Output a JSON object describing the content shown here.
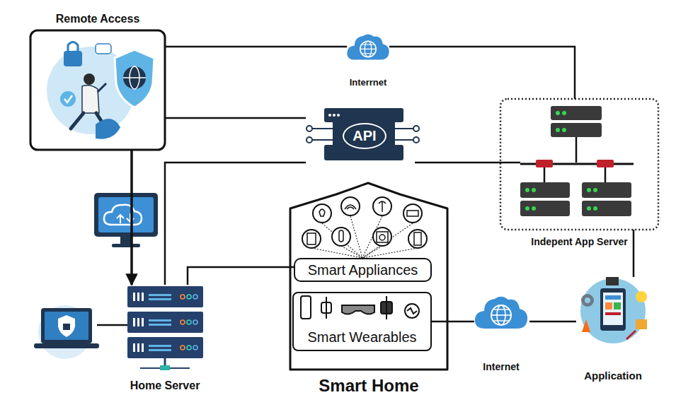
{
  "diagram": {
    "nodes": [
      {
        "text": [
          "Remote Access"
        ]
      },
      {
        "text": [
          "Interrnet"
        ]
      },
      {
        "text": [
          "API"
        ]
      },
      {
        "text": [
          "Indepent App Server"
        ]
      },
      {
        "text": [
          "Smart Home"
        ]
      },
      {
        "text": [
          "Smart Appliances"
        ],
        "in": 4
      },
      {
        "text": [
          "Smart Wearables"
        ],
        "in": 4
      },
      {
        "text": [
          "Home Server"
        ]
      },
      {
        "text": [
          "Internet"
        ]
      },
      {
        "text": [
          "Application"
        ]
      }
    ],
    "edges": [
      {
        "from": 0,
        "to": 1,
        "arrow": "none"
      },
      {
        "from": 1,
        "to": 3,
        "arrow": "none"
      },
      {
        "from": 0,
        "to": 2,
        "arrow": "none"
      },
      {
        "from": 2,
        "to": 3,
        "arrow": "none"
      },
      {
        "from": 0,
        "to": 7,
        "arrow": "to"
      },
      {
        "from": 7,
        "to": 2,
        "arrow": "none"
      },
      {
        "from": 7,
        "to": 5,
        "arrow": "none"
      },
      {
        "from": 6,
        "to": 8,
        "arrow": "none"
      },
      {
        "from": 8,
        "to": 9,
        "arrow": "none"
      },
      {
        "from": 3,
        "to": 9,
        "arrow": "none"
      }
    ]
  }
}
